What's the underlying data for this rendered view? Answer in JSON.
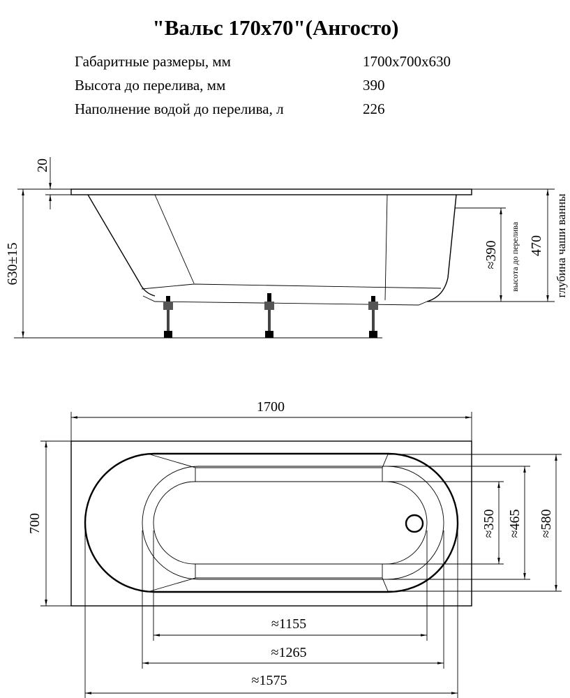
{
  "title": "\"Вальс 170х70\"(Ангосто)",
  "specs": [
    {
      "label": "Габаритные размеры, мм",
      "value": "1700х700х630"
    },
    {
      "label": "Высота до перелива, мм",
      "value": "390"
    },
    {
      "label": "Наполнение водой до перелива, л",
      "value": "226"
    }
  ],
  "side_view": {
    "rim": "20",
    "height": "630±15",
    "overflow": "≈390",
    "overflow_label": "высота до перелива",
    "depth": "470",
    "depth_label": "глубина чаши ванны"
  },
  "top_view": {
    "length": "1700",
    "width": "700",
    "inner_w1": "≈350",
    "inner_w2": "≈465",
    "inner_w3": "≈580",
    "inner_l1": "≈1155",
    "inner_l2": "≈1265",
    "inner_l3": "≈1575"
  }
}
